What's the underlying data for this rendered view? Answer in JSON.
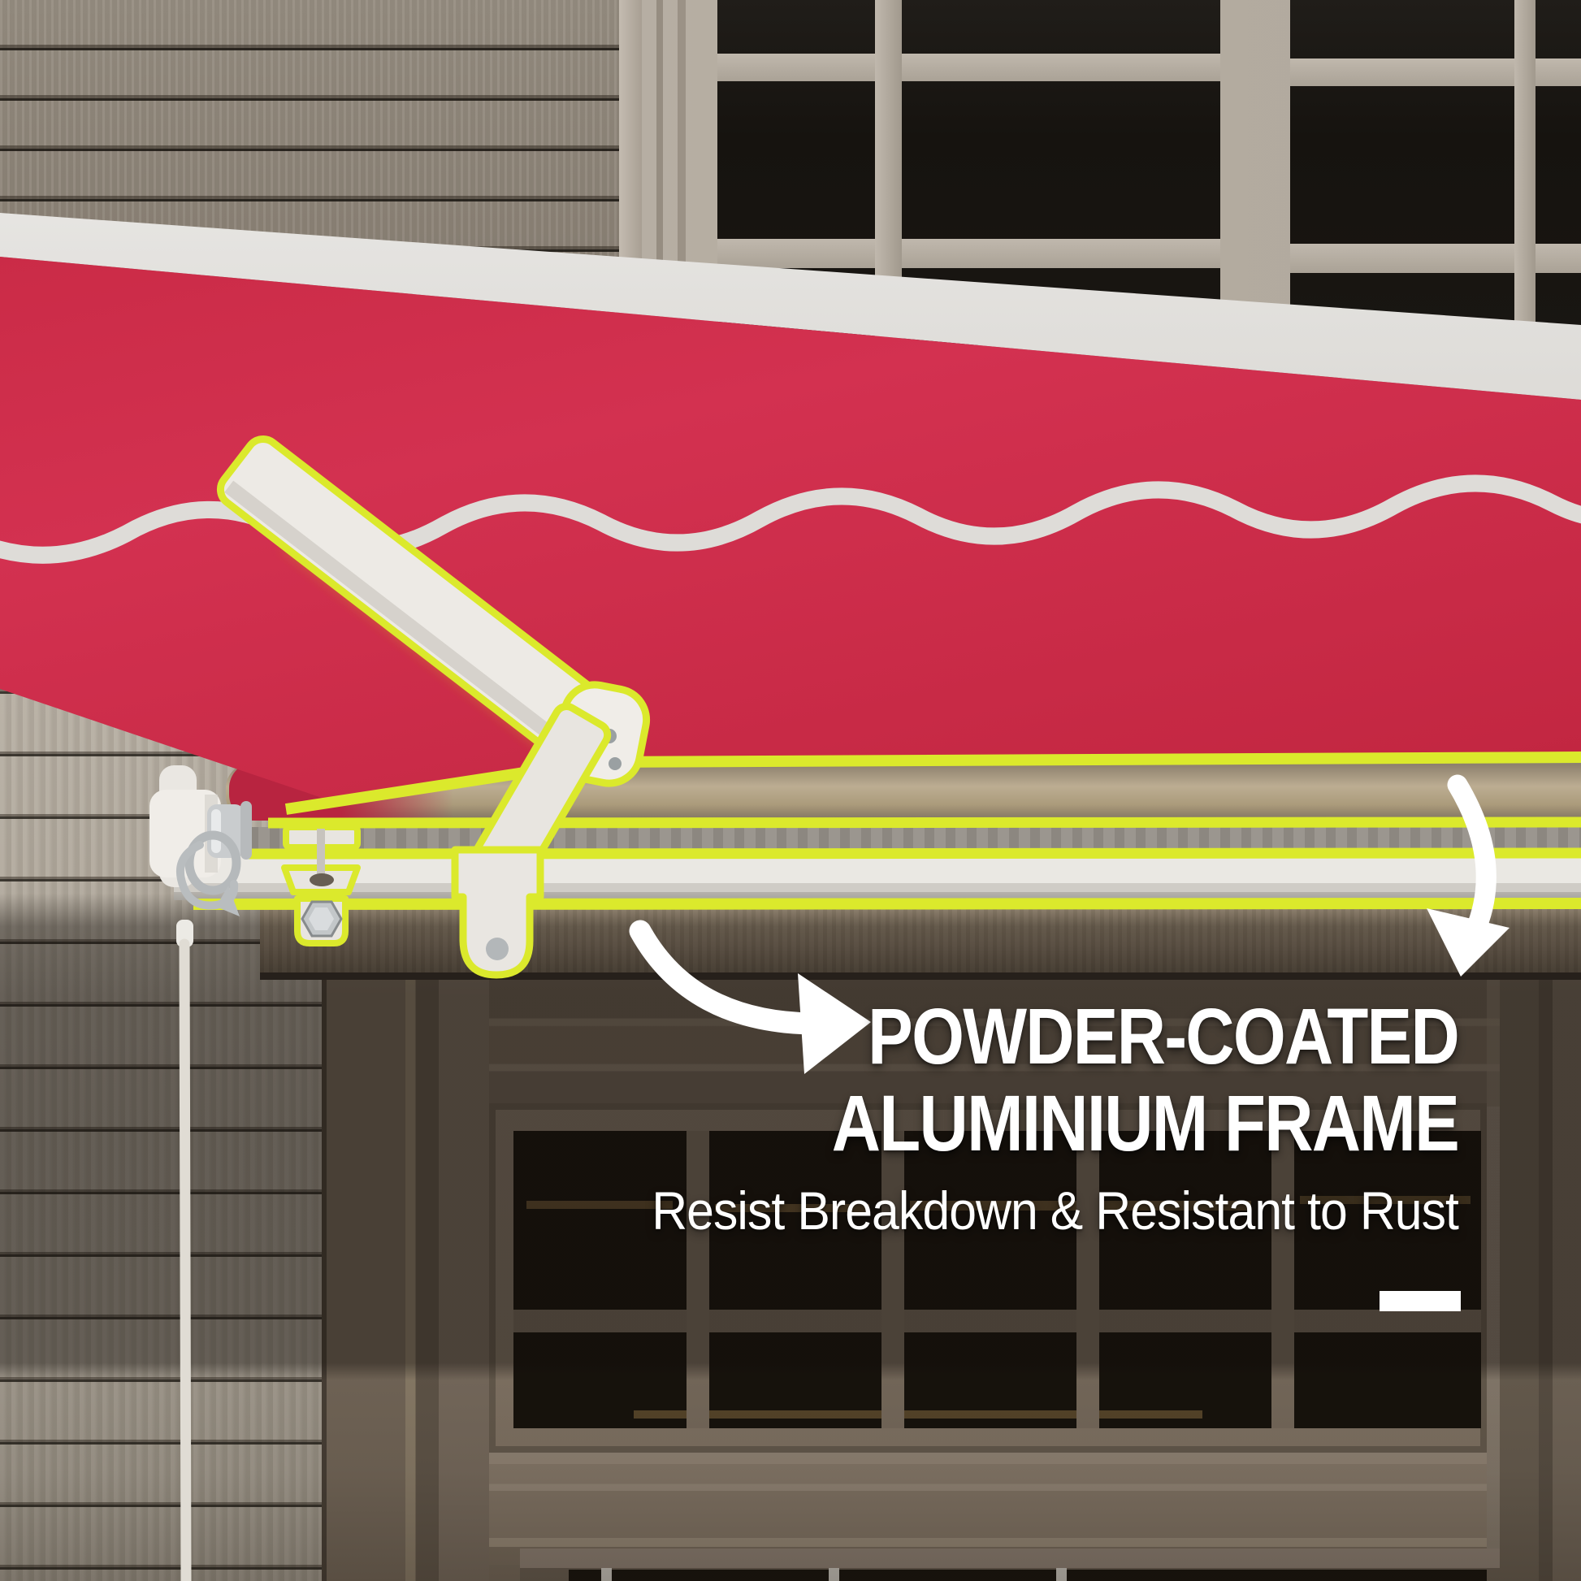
{
  "annotation": {
    "title_line1": "POWDER-COATED",
    "title_line2": "ALUMINIUM FRAME",
    "subtitle": "Resist Breakdown & Resistant to Rust"
  },
  "icons": [
    {
      "name": "curved-arrow-left"
    },
    {
      "name": "curved-arrow-right"
    }
  ],
  "colors": {
    "awning_red": "#cb2b45",
    "highlight_yellow": "#dbe92c",
    "fascia_white": "#e9e7e4",
    "text_white": "#ffffff",
    "wall_taupe": "#7c6f60",
    "overlay_shadow": "#120d09"
  }
}
